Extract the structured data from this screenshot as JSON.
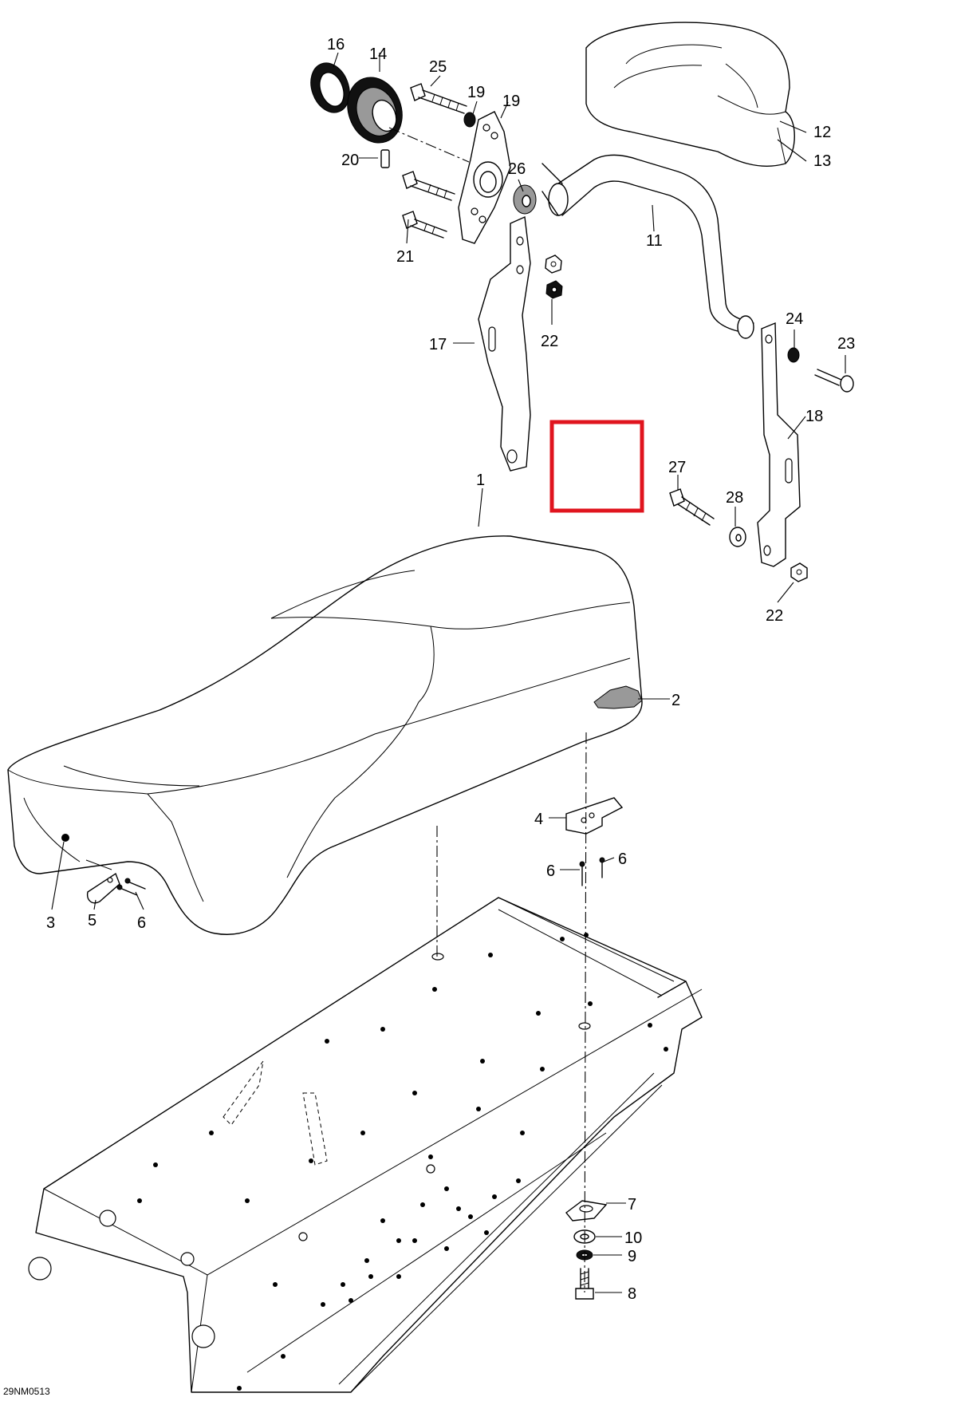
{
  "callouts": {
    "c1": "1",
    "c2": "2",
    "c3": "3",
    "c4": "4",
    "c5": "5",
    "c6a": "6",
    "c6b": "6",
    "c6c": "6",
    "c7": "7",
    "c8": "8",
    "c9": "9",
    "c10": "10",
    "c11": "11",
    "c12": "12",
    "c13": "13",
    "c14": "14",
    "c16": "16",
    "c17": "17",
    "c18": "18",
    "c19a": "19",
    "c19b": "19",
    "c20": "20",
    "c21": "21",
    "c22a": "22",
    "c22b": "22",
    "c23": "23",
    "c24": "24",
    "c25": "25",
    "c26": "26",
    "c27": "27",
    "c28": "28"
  },
  "reference_code": "29NM0513",
  "colors": {
    "line": "#000000",
    "highlight": "#e0141e",
    "background": "#ffffff"
  }
}
